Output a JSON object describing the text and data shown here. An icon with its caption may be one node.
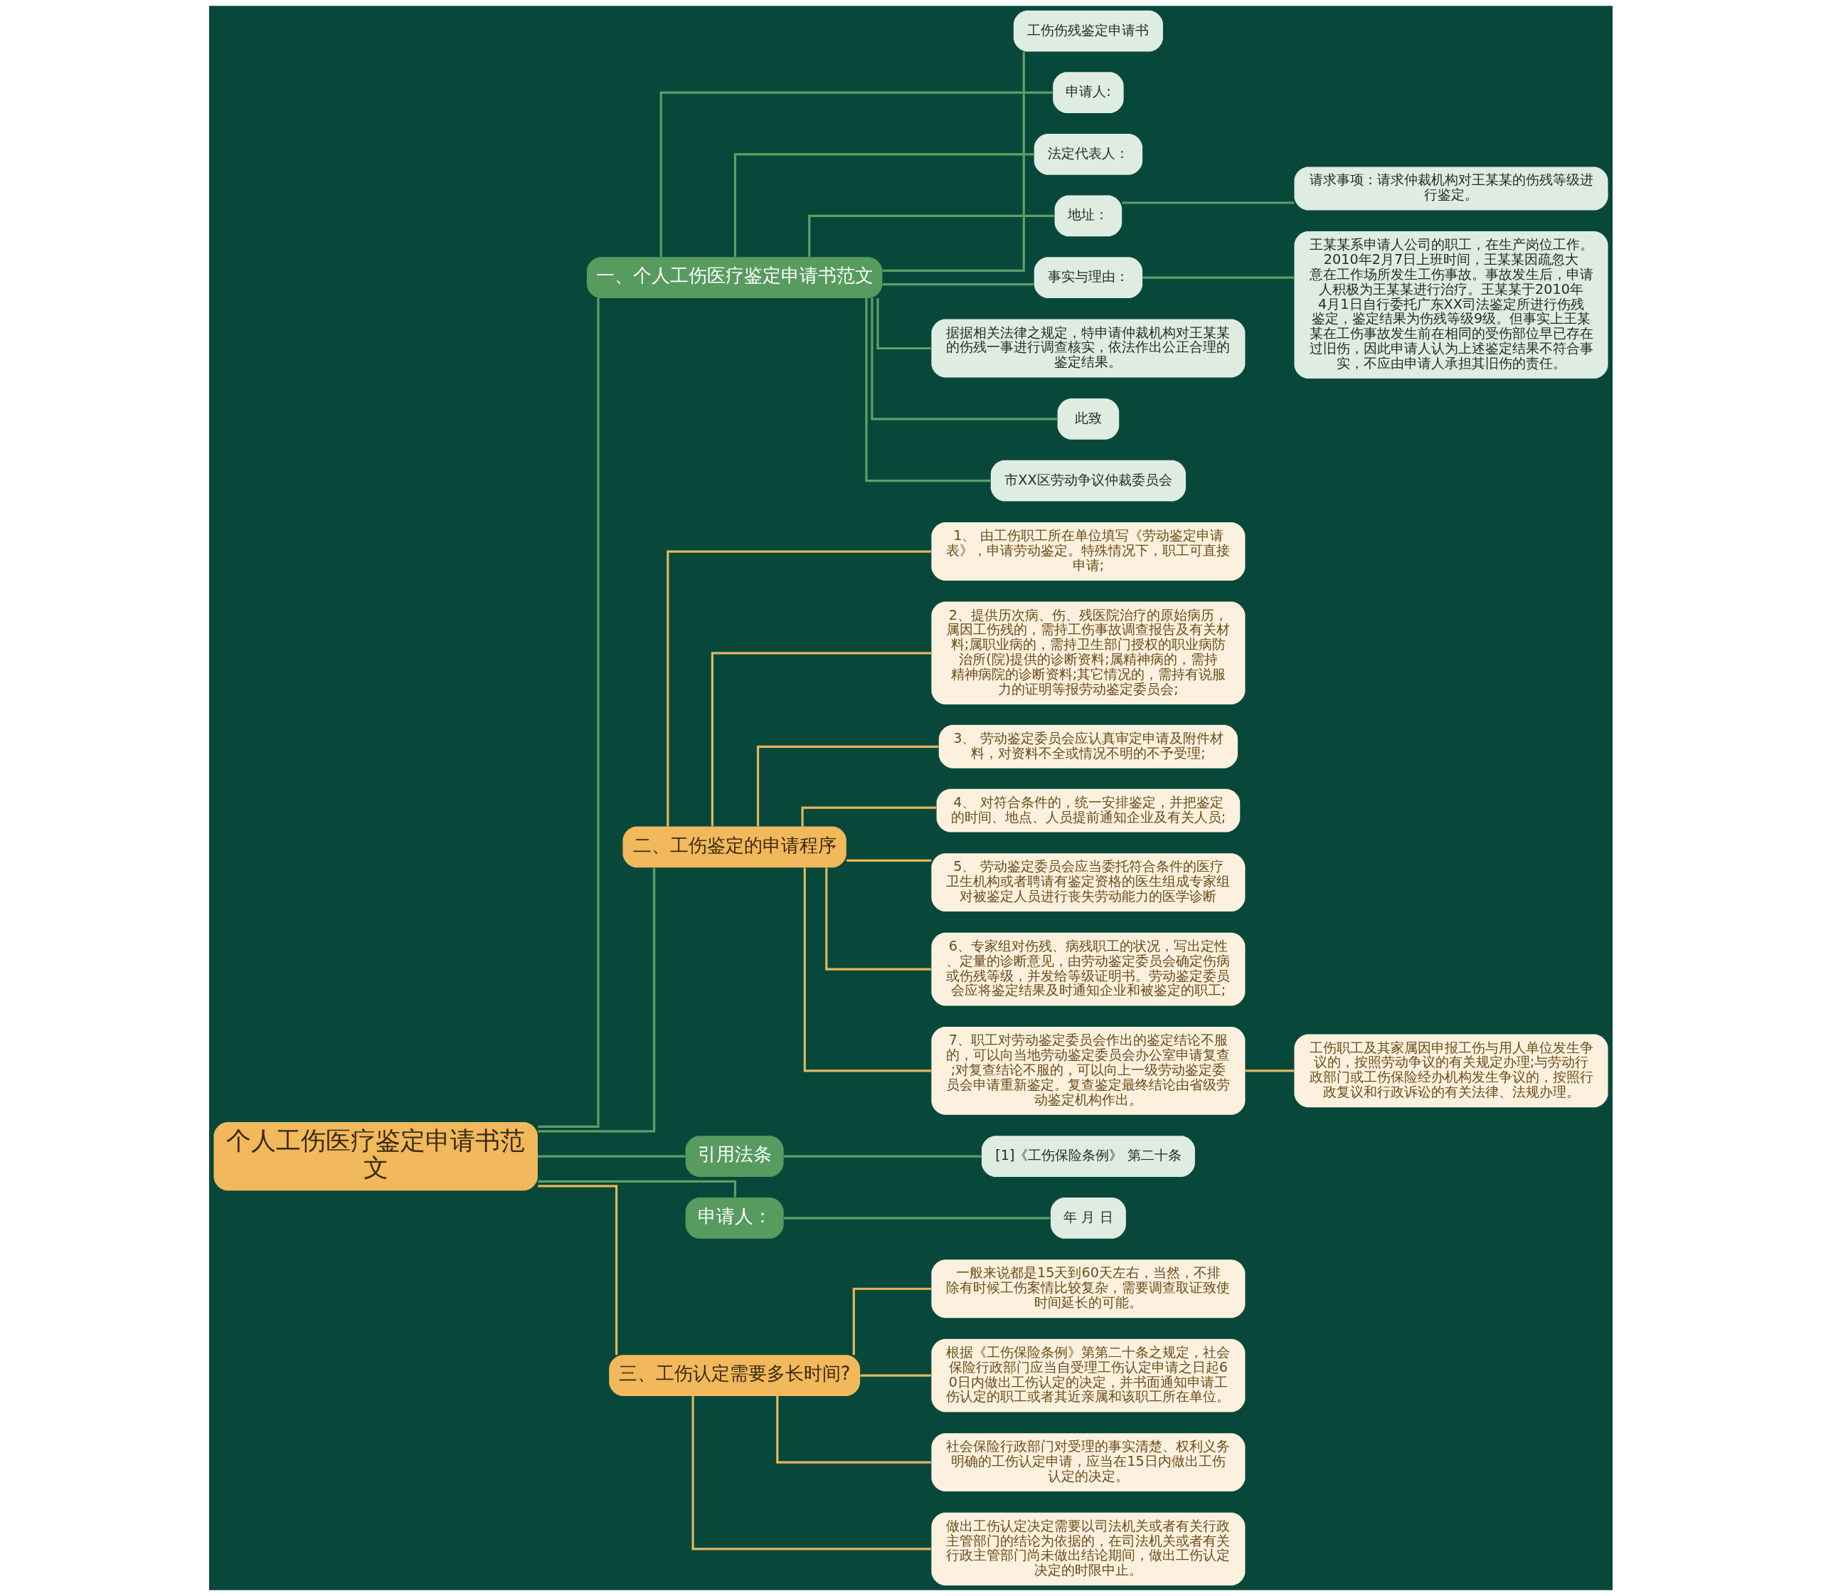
{
  "diagram": {
    "nodes": [
      {
        "text": [
          "个人工伤医疗鉴定申请书范文"
        ]
      },
      {
        "text": [
          "一、个人工伤医疗鉴定申请书范文"
        ]
      },
      {
        "text": [
          "工伤伤残鉴定申请书"
        ]
      },
      {
        "text": [
          "申请人:"
        ]
      },
      {
        "text": [
          "法定代表人："
        ]
      },
      {
        "text": [
          "地址："
        ]
      },
      {
        "text": [
          "请求事项：请求仲裁机构对王某某的伤残等级进行鉴定。"
        ]
      },
      {
        "text": [
          "事实与理由："
        ]
      },
      {
        "text": [
          "王某某系申请人公司的职工，在生产岗位工作。2010年2月7日上班时间，王某某因疏忽大意在工作场所发生工伤事故。事故发生后，申请人积极为王某某进行治疗。王某某于2010年4月1日自行委托广东XX司法鉴定所进行伤残鉴定，鉴定结果为伤残等级9级。但事实上王某某在工伤事故发生前在相同的受伤部位早已存在过旧伤，因此申请人认为上述鉴定结果不符合事实，不应由申请人承担其旧伤的责任。"
        ]
      },
      {
        "text": [
          "据据相关法律之规定，特申请仲裁机构对王某某的伤残一事进行调查核实，依法作出公正合理的鉴定结果。"
        ]
      },
      {
        "text": [
          "此致"
        ]
      },
      {
        "text": [
          "市XX区劳动争议仲裁委员会"
        ]
      },
      {
        "text": [
          "二、工伤鉴定的申请程序"
        ]
      },
      {
        "text": [
          "1、 由工伤职工所在单位填写《劳动鉴定申请表》，申请劳动鉴定。特殊情况下，职工可直接申请;"
        ]
      },
      {
        "text": [
          "2、提供历次病、伤、残医院治疗的原始病历，属因工伤残的，需持工伤事故调查报告及有关材料;属职业病的，需持卫生部门授权的职业病防治所(院)提供的诊断资料;属精神病的，需持精神病院的诊断资料;其它情况的，需持有说服力的证明等报劳动鉴定委员会;"
        ]
      },
      {
        "text": [
          "3、 劳动鉴定委员会应认真审定申请及附件材料，对资料不全或情况不明的不予受理;"
        ]
      },
      {
        "text": [
          "4、 对符合条件的，统一安排鉴定，并把鉴定的时间、地点、人员提前通知企业及有关人员;"
        ]
      },
      {
        "text": [
          "5、 劳动鉴定委员会应当委托符合条件的医疗卫生机构或者聘请有鉴定资格的医生组成专家组对被鉴定人员进行丧失劳动能力的医学诊断"
        ]
      },
      {
        "text": [
          "6、专家组对伤残、病残职工的状况，写出定性、定量的诊断意见，由劳动鉴定委员会确定伤病或伤残等级，并发给等级证明书。劳动鉴定委员会应将鉴定结果及时通知企业和被鉴定的职工;"
        ]
      },
      {
        "text": [
          "7、职工对劳动鉴定委员会作出的鉴定结论不服的，可以向当地劳动鉴定委员会办公室申请复查;对复查结论不服的，可以向上一级劳动鉴定委员会申请重新鉴定。复查鉴定最终结论由省级劳动鉴定机构作出。"
        ]
      },
      {
        "text": [
          "工伤职工及其家属因申报工伤与用人单位发生争议的，按照劳动争议的有关规定办理;与劳动行政部门或工伤保险经办机构发生争议的，按照行政复议和行政诉讼的有关法律、法规办理。"
        ]
      },
      {
        "text": [
          "引用法条"
        ]
      },
      {
        "text": [
          "[1]《工伤保险条例》 第二十条"
        ]
      },
      {
        "text": [
          "申请人："
        ]
      },
      {
        "text": [
          "年 月 日"
        ]
      },
      {
        "text": [
          "三、工伤认定需要多长时间?"
        ]
      },
      {
        "text": [
          "一般来说都是15天到60天左右，当然，不排除有时候工伤案情比较复杂，需要调查取证致使时间延长的可能。"
        ]
      },
      {
        "text": [
          "根据《工伤保险条例》第第二十条之规定，社会保险行政部门应当自受理工伤认定申请之日起60日内做出工伤认定的决定，并书面通知申请工伤认定的职工或者其近亲属和该职工所在单位。"
        ]
      },
      {
        "text": [
          "社会保险行政部门对受理的事实清楚、权利义务明确的工伤认定申请，应当在15日内做出工伤认定的决定。"
        ]
      },
      {
        "text": [
          "做出工伤认定决定需要以司法机关或者有关行政主管部门的结论为依据的，在司法机关或者有关行政主管部门尚未做出结论期间，做出工伤认定决定的时限中止。"
        ]
      }
    ],
    "edges": [
      {
        "from": 0,
        "to": 1,
        "arrow": "none"
      },
      {
        "from": 1,
        "to": 2,
        "arrow": "none"
      },
      {
        "from": 1,
        "to": 3,
        "arrow": "none"
      },
      {
        "from": 1,
        "to": 4,
        "arrow": "none"
      },
      {
        "from": 1,
        "to": 5,
        "arrow": "none"
      },
      {
        "from": 5,
        "to": 6,
        "arrow": "none"
      },
      {
        "from": 1,
        "to": 7,
        "arrow": "none"
      },
      {
        "from": 7,
        "to": 8,
        "arrow": "none"
      },
      {
        "from": 1,
        "to": 9,
        "arrow": "none"
      },
      {
        "from": 1,
        "to": 10,
        "arrow": "none"
      },
      {
        "from": 1,
        "to": 11,
        "arrow": "none"
      },
      {
        "from": 0,
        "to": 12,
        "arrow": "none"
      },
      {
        "from": 12,
        "to": 13,
        "arrow": "none",
        "color": "#e3b65e"
      },
      {
        "from": 12,
        "to": 14,
        "arrow": "none",
        "color": "#e3b65e"
      },
      {
        "from": 12,
        "to": 15,
        "arrow": "none",
        "color": "#e3b65e"
      },
      {
        "from": 12,
        "to": 16,
        "arrow": "none",
        "color": "#e3b65e"
      },
      {
        "from": 12,
        "to": 17,
        "arrow": "none",
        "color": "#e3b65e"
      },
      {
        "from": 12,
        "to": 18,
        "arrow": "none",
        "color": "#e3b65e"
      },
      {
        "from": 12,
        "to": 19,
        "arrow": "none",
        "color": "#e3b65e"
      },
      {
        "from": 19,
        "to": 20,
        "arrow": "none",
        "color": "#e3b65e"
      },
      {
        "from": 0,
        "to": 21,
        "arrow": "none"
      },
      {
        "from": 21,
        "to": 22,
        "arrow": "none"
      },
      {
        "from": 0,
        "to": 23,
        "arrow": "none"
      },
      {
        "from": 23,
        "to": 24,
        "arrow": "none"
      },
      {
        "from": 0,
        "to": 25,
        "arrow": "none",
        "color": "#e3b65e"
      },
      {
        "from": 25,
        "to": 26,
        "arrow": "none",
        "color": "#e3b65e"
      },
      {
        "from": 25,
        "to": 27,
        "arrow": "none",
        "color": "#e3b65e"
      },
      {
        "from": 25,
        "to": 28,
        "arrow": "none",
        "color": "#e3b65e"
      },
      {
        "from": 25,
        "to": 29,
        "arrow": "none",
        "color": "#e3b65e"
      }
    ]
  }
}
